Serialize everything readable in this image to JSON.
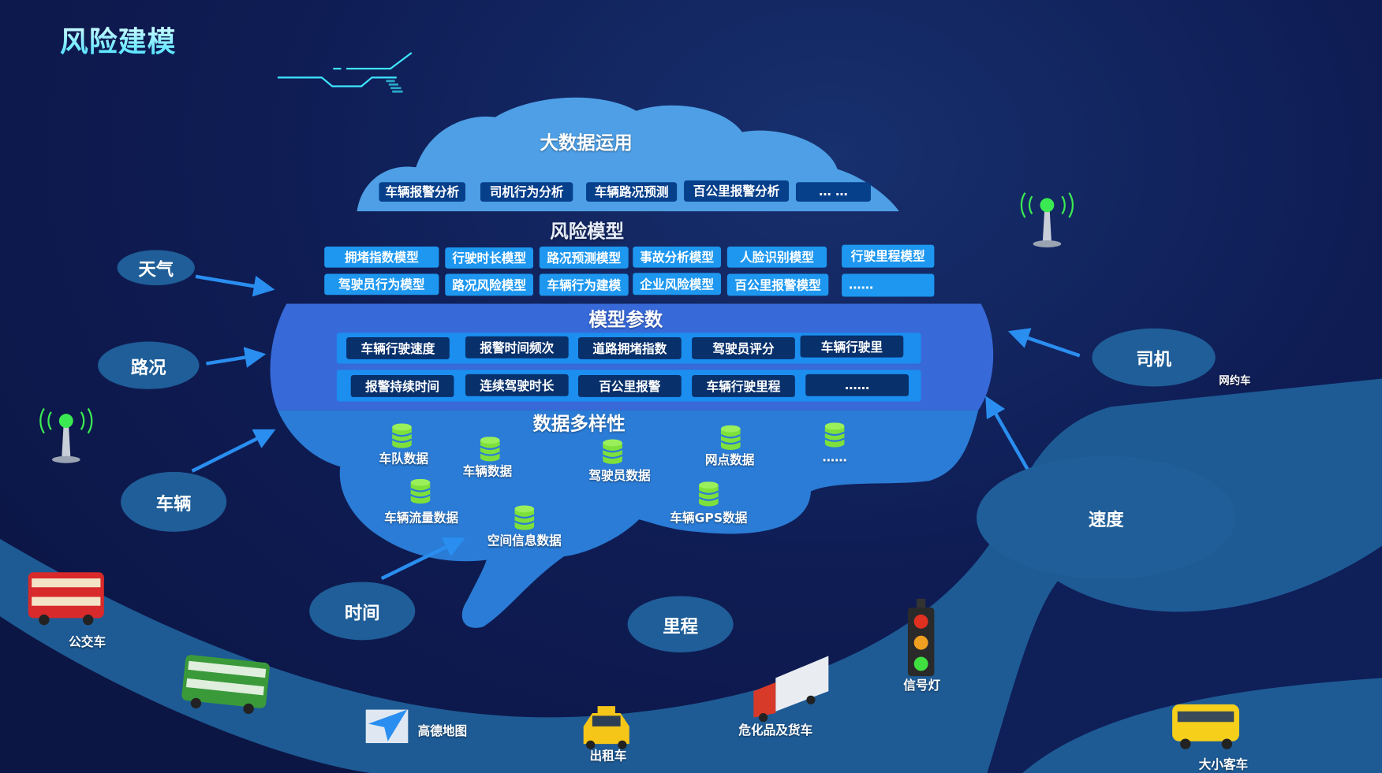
{
  "title": "风险建模",
  "big_data": {
    "title": "大数据运用",
    "items": [
      "车辆报警分析",
      "司机行为分析",
      "车辆路况预测",
      "百公里报警分析",
      "… …"
    ]
  },
  "risk_model": {
    "title": "风险模型",
    "row1": [
      "拥堵指数模型",
      "行驶时长模型",
      "路况预测模型",
      "事故分析模型",
      "人脸识别模型",
      "行驶里程模型"
    ],
    "row2": [
      "驾驶员行为模型",
      "路况风险模型",
      "车辆行为建模",
      "企业风险模型",
      "百公里报警模型",
      "……"
    ]
  },
  "model_params": {
    "title": "模型参数",
    "row1": [
      "车辆行驶速度",
      "报警时间频次",
      "道路拥堵指数",
      "驾驶员评分",
      "车辆行驶里"
    ],
    "row2": [
      "报警持续时间",
      "连续驾驶时长",
      "百公里报警",
      "车辆行驶里程",
      "……"
    ]
  },
  "data_diversity": {
    "title": "数据多样性",
    "items": [
      "车队数据",
      "车辆数据",
      "驾驶员数据",
      "网点数据",
      "……",
      "车辆流量数据",
      "空间信息数据",
      "车辆GPS数据"
    ]
  },
  "factors": {
    "weather": "天气",
    "road": "路况",
    "vehicle": "车辆",
    "time": "时间",
    "mileage": "里程",
    "driver": "司机",
    "speed": "速度"
  },
  "vehicles": {
    "bus": "公交车",
    "map": "高德地图",
    "taxi": "出租车",
    "truck": "危化品及货车",
    "traffic_light": "信号灯",
    "coach": "大小客车",
    "ride_hailing": "网约车"
  },
  "colors": {
    "accent": "#3fe6ff",
    "db_icon": "#7ee03a",
    "ellipse": "#1f5e98"
  }
}
